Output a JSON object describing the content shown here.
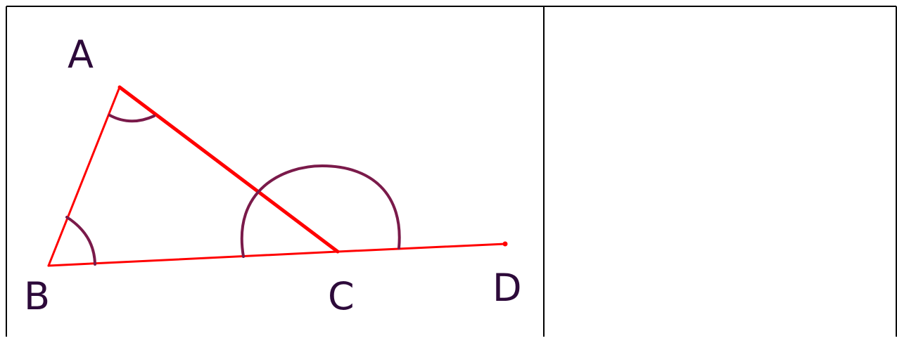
{
  "diagram": {
    "points": {
      "A": {
        "label": "A"
      },
      "B": {
        "label": "B"
      },
      "C": {
        "label": "C"
      },
      "D": {
        "label": "D"
      }
    },
    "colors": {
      "line": "#ff0000",
      "arc": "#7a1a4a",
      "label": "#2d0a3a",
      "border": "#000000"
    }
  }
}
